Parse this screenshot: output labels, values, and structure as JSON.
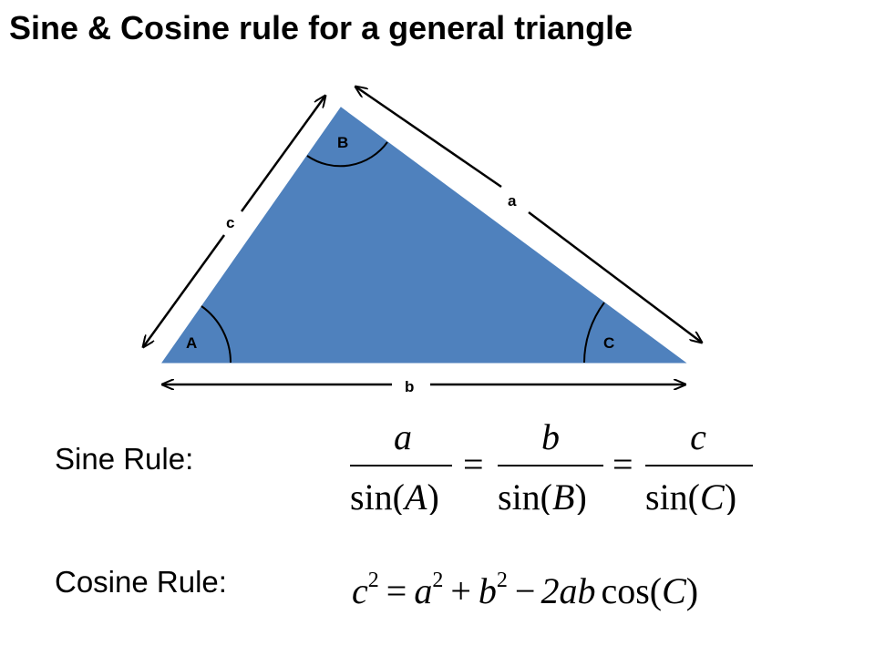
{
  "title": "Sine & Cosine rule for a general triangle",
  "colors": {
    "triangle_fill": "#4f81bd",
    "stroke": "#000000"
  },
  "triangle": {
    "vertices": {
      "A": "A",
      "B": "B",
      "C": "C"
    },
    "sides": {
      "a": "a",
      "b": "b",
      "c": "c"
    }
  },
  "sine_rule": {
    "label": "Sine Rule:",
    "terms": [
      {
        "numerator": "a",
        "fn": "sin(",
        "angle": "A",
        "close": ")"
      },
      {
        "numerator": "b",
        "fn": "sin(",
        "angle": "B",
        "close": ")"
      },
      {
        "numerator": "c",
        "fn": "sin(",
        "angle": "C",
        "close": ")"
      }
    ],
    "equals": "="
  },
  "cosine_rule": {
    "label": "Cosine Rule:",
    "c": "c",
    "a": "a",
    "b": "b",
    "exp": "2",
    "equals": "=",
    "plus": "+",
    "minus": "−",
    "coef": "2ab",
    "fn": "cos(",
    "angle": "C",
    "close": ")"
  }
}
